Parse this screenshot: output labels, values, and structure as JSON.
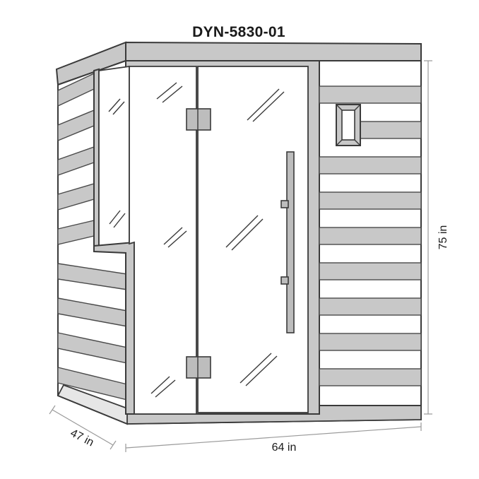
{
  "model_label": "DYN-5830-01",
  "dimensions": {
    "width": "64 in",
    "depth": "47 in",
    "height": "75 in"
  },
  "icons": {
    "product": "sauna-cabin-illustration"
  }
}
